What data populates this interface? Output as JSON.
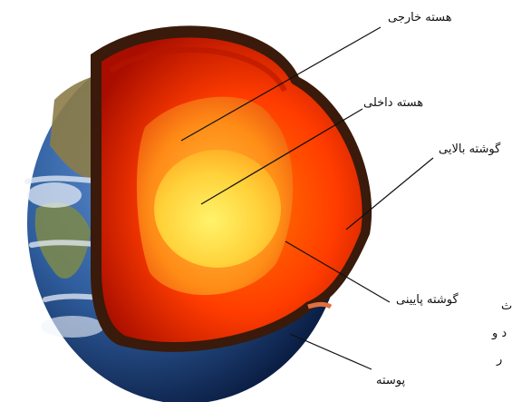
{
  "labels": {
    "outer_core": "هسته خارجی",
    "inner_core": "هسته داخلی",
    "upper_mantle": "گوشته بالایی",
    "lower_mantle": "گوشته پایینی",
    "crust": "پوسته"
  },
  "edge_text": [
    "ث",
    "د و",
    "ر"
  ],
  "colors": {
    "ocean": "#2f5d9e",
    "land": "#8a7a4a",
    "mantle_outer": "#d41a00",
    "mantle_inner": "#ff4a00",
    "outer_core": "#ff8a10",
    "inner_core": "#ffd23a"
  }
}
